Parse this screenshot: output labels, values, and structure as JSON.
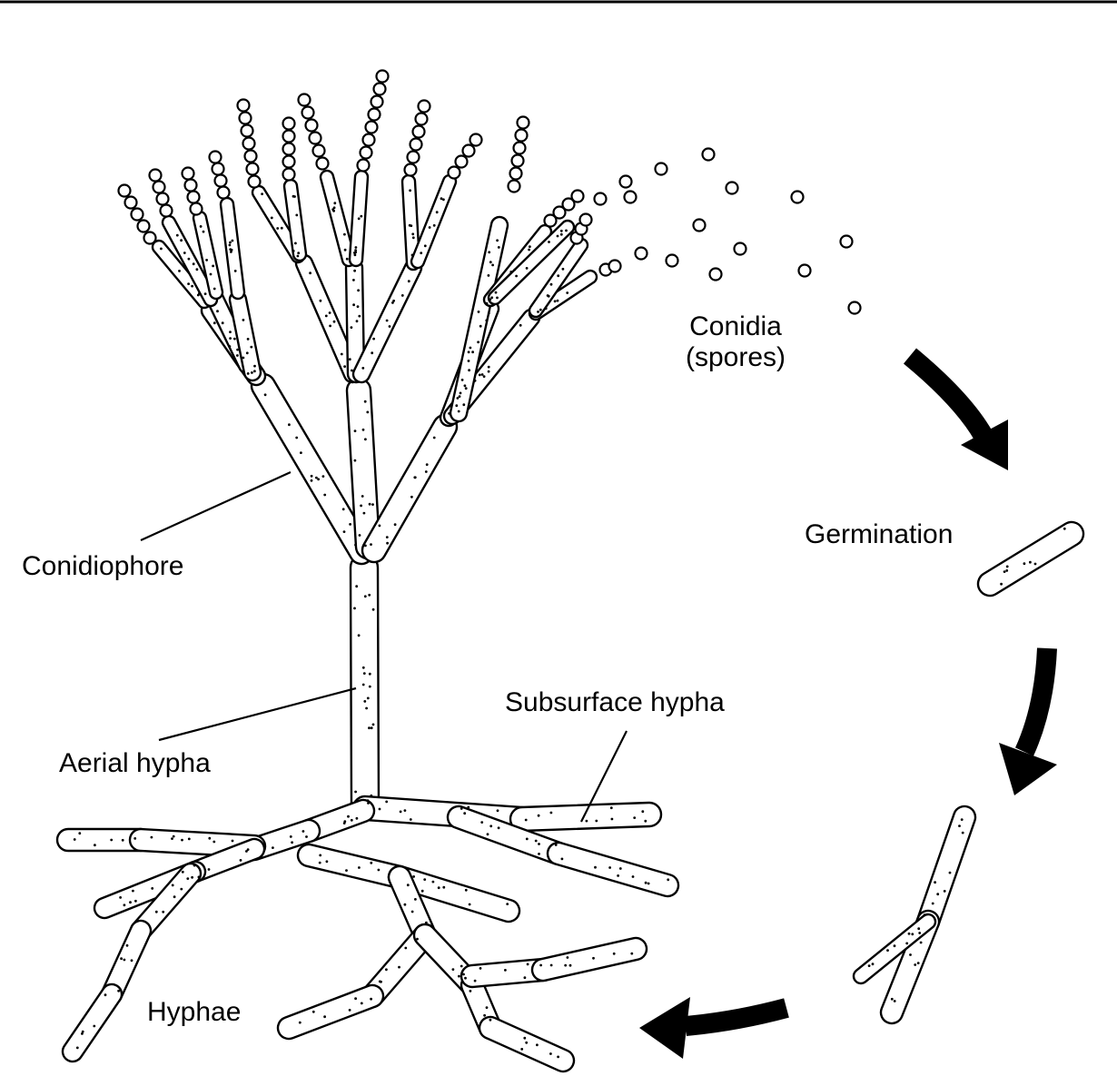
{
  "labels": {
    "conidia": "Conidia",
    "conidia_sub": "(spores)",
    "germination": "Germination",
    "conidiophore": "Conidiophore",
    "subsurface_hypha": "Subsurface hypha",
    "aerial_hypha": "Aerial hypha",
    "hyphae": "Hyphae"
  },
  "colors": {
    "stroke": "#000000",
    "fill": "#ffffff"
  },
  "cycle": [
    "conidia",
    "germination",
    "hyphae"
  ]
}
